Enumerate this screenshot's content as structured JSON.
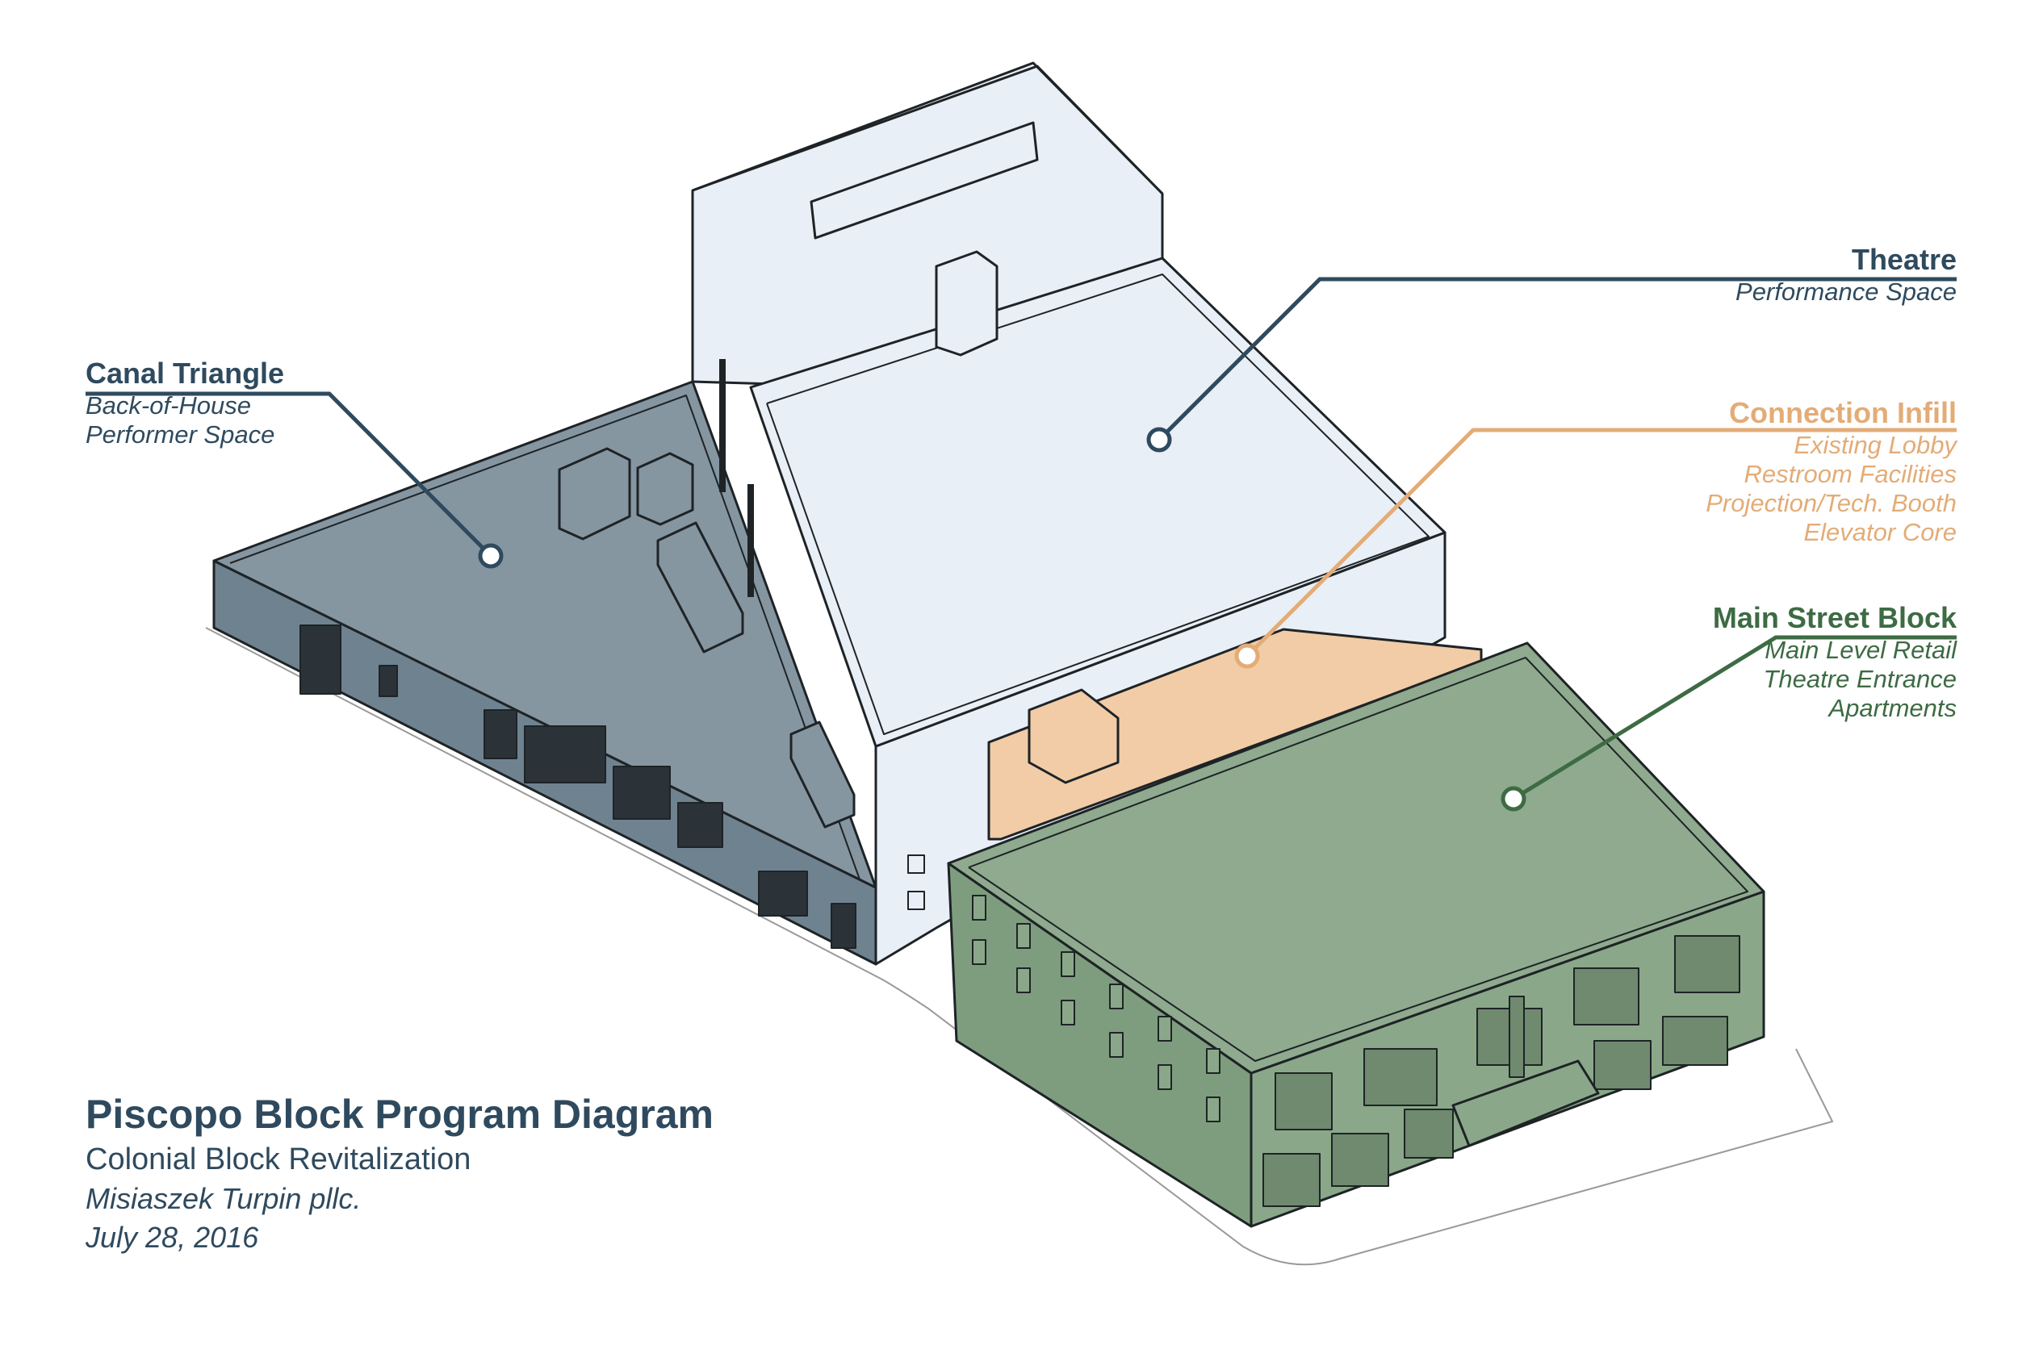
{
  "colors": {
    "canal": "#2f4a5e",
    "theatre": "#2f4a5e",
    "infill": "#e3ac77",
    "main_street": "#3d6b43",
    "title": "#2f4a5e",
    "canal_fill": "#8596a1",
    "theatre_fill": "#e8eff6",
    "infill_fill": "#f1cca6",
    "main_fill": "#8faa8e",
    "outline": "#1e2326"
  },
  "labels": {
    "canal": {
      "name": "Canal Triangle",
      "lines": [
        "Back-of-House",
        "Performer Space"
      ]
    },
    "theatre": {
      "name": "Theatre",
      "lines": [
        "Performance Space"
      ]
    },
    "infill": {
      "name": "Connection Infill",
      "lines": [
        "Existing Lobby",
        "Restroom Facilities",
        "Projection/Tech. Booth",
        "Elevator Core"
      ]
    },
    "main_street": {
      "name": "Main Street Block",
      "lines": [
        "Main Level Retail",
        "Theatre Entrance",
        "Apartments"
      ]
    }
  },
  "title_block": {
    "title": "Piscopo Block Program Diagram",
    "subtitle": "Colonial Block Revitalization",
    "firm": "Misiaszek Turpin pllc.",
    "date": "July 28, 2016"
  }
}
